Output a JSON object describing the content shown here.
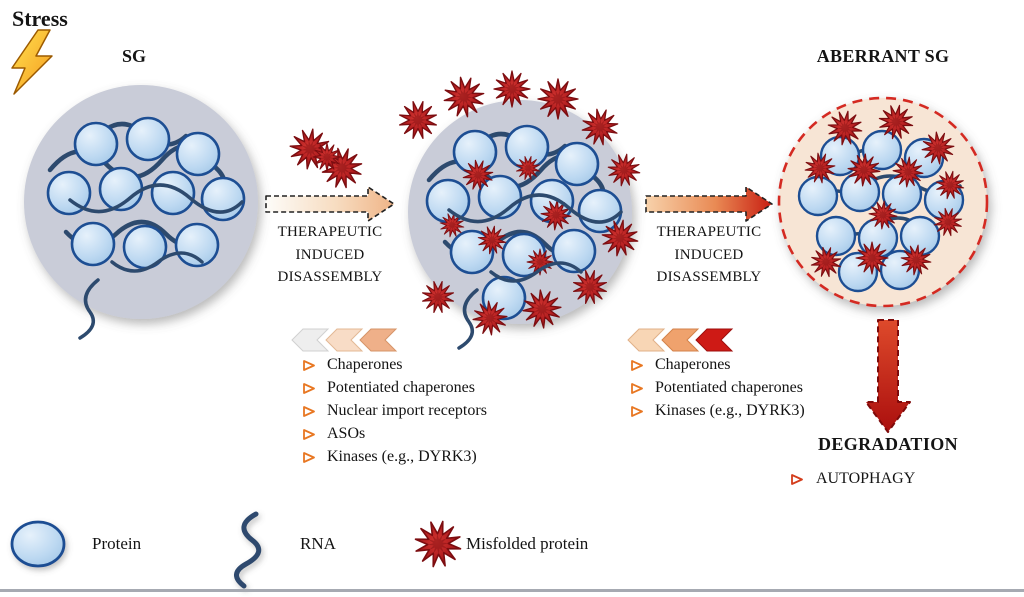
{
  "figure": {
    "stress_label": "Stress",
    "sg_label": "SG",
    "aberrant_sg_label": "ABERRANT SG",
    "arrow1_label": "THERAPEUTIC INDUCED DISASSEMBLY",
    "arrow2_label": "THERAPEUTIC INDUCED DISASSEMBLY",
    "degradation_label": "DEGRADATION",
    "autophagy_label": "AUTOPHAGY"
  },
  "therapy_lists": {
    "left": {
      "items": [
        "Chaperones",
        "Potentiated chaperones",
        "Nuclear import receptors",
        "ASOs",
        "Kinases (e.g., DYRK3)"
      ]
    },
    "right": {
      "items": [
        "Chaperones",
        "Potentiated chaperones",
        "Kinases (e.g., DYRK3)"
      ]
    }
  },
  "legend": {
    "protein": "Protein",
    "rna": "RNA",
    "misfolded_protein": "Misfolded protein"
  },
  "icons": {
    "lightning_bolt": "yellow-orange lightning bolt",
    "bullet": "orange outlined arrowhead",
    "protein": "light blue circle with dark blue outline",
    "rna": "dark blue squiggle strand",
    "misfolded_protein": "dark red burst star"
  },
  "colors": {
    "sg_fill": "#c9ccd8",
    "aberrant_fill": "#f7e5d5",
    "aberrant_border": "#d42a22",
    "protein_fill": "#bcd8f1",
    "protein_stroke": "#1d4e93",
    "rna_stroke": "#2d4a6e",
    "misfolded_fill": "#b11d1f",
    "bullet_orange": "#e87722",
    "arrow_red": "#c81e12"
  }
}
